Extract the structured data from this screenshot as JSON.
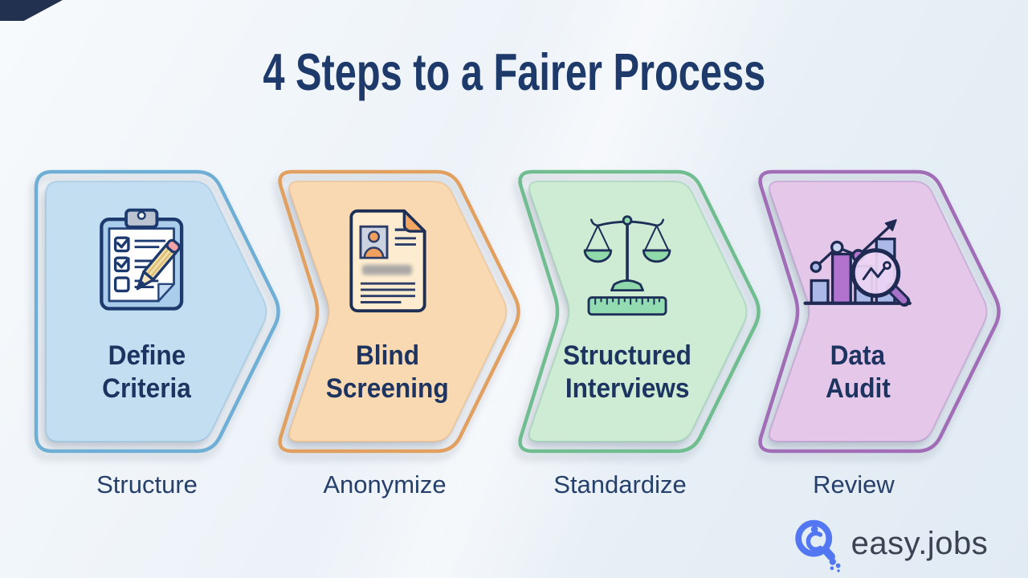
{
  "title": "4 Steps to a Fairer Process",
  "steps": [
    {
      "title_line1": "Define",
      "title_line2": "Criteria",
      "caption": "Structure",
      "icon": "clipboard-checklist-icon",
      "border_color": "#6fafd6",
      "fill_color": "#c4def1"
    },
    {
      "title_line1": "Blind",
      "title_line2": "Screening",
      "caption": "Anonymize",
      "icon": "anonymized-resume-icon",
      "border_color": "#e2a060",
      "fill_color": "#f9d9b1"
    },
    {
      "title_line1": "Structured",
      "title_line2": "Interviews",
      "caption": "Standardize",
      "icon": "balance-scale-ruler-icon",
      "border_color": "#70bd90",
      "fill_color": "#cdecd3"
    },
    {
      "title_line1": "Data",
      "title_line2": "Audit",
      "caption": "Review",
      "icon": "chart-magnifier-icon",
      "border_color": "#a06db6",
      "fill_color": "#e5c7ea"
    }
  ],
  "logo": {
    "text": "easy.jobs",
    "accent_color": "#5377f2",
    "text_color": "#3b4252"
  }
}
